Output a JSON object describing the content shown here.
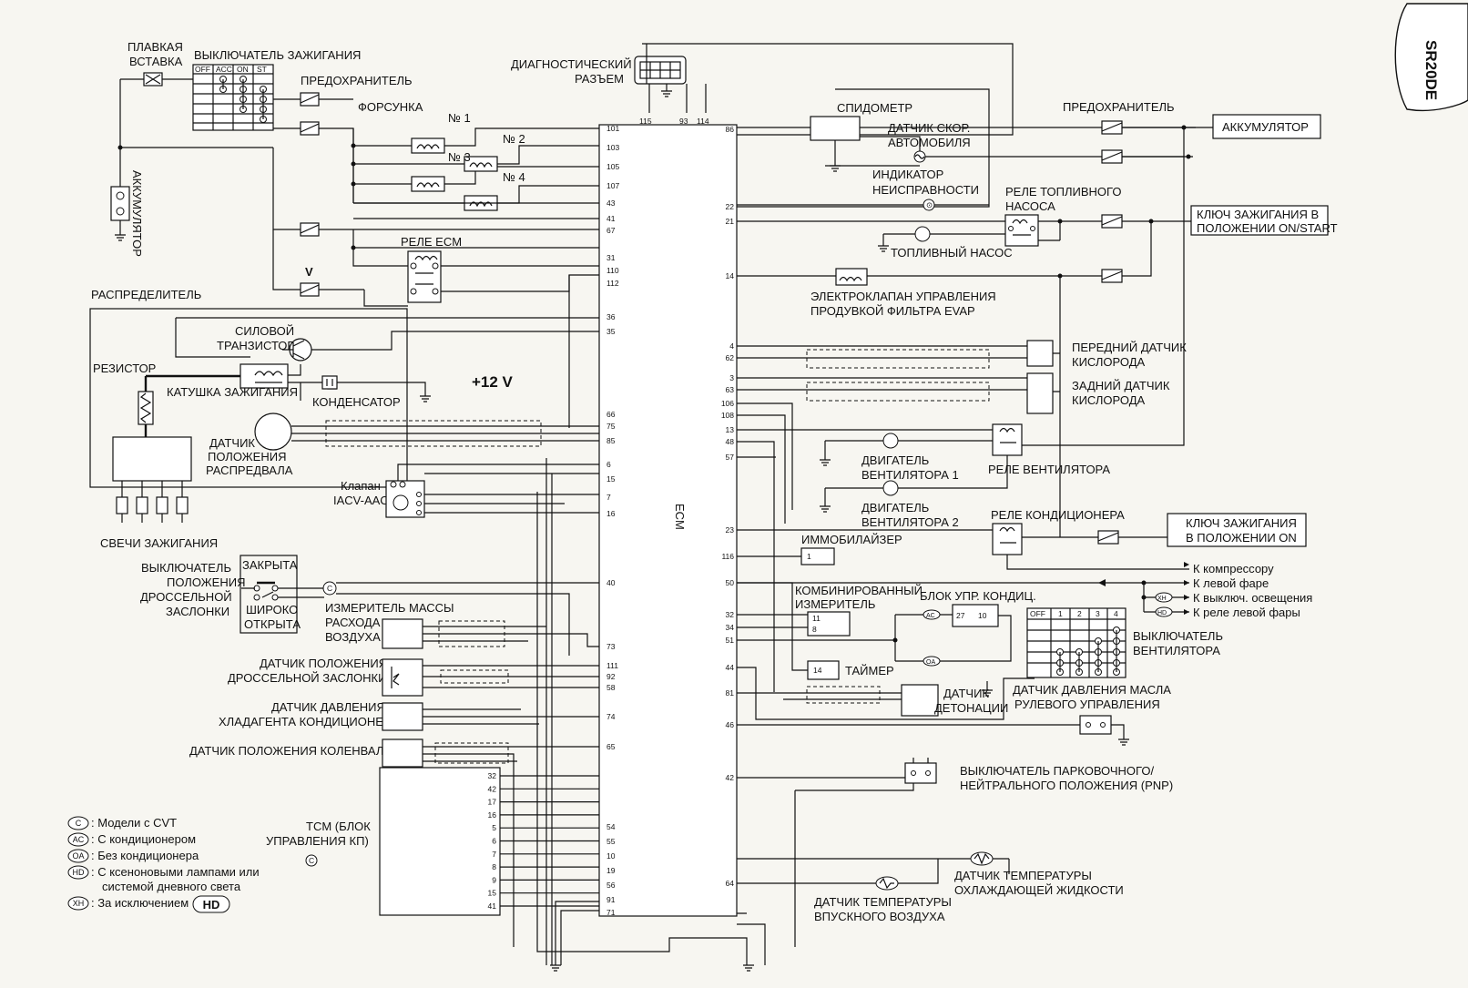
{
  "page": {
    "model_badge": "SR20DE"
  },
  "ecm": {
    "label": "ECM",
    "left_pins": [
      "101",
      "103",
      "105",
      "107",
      "43",
      "41",
      "67",
      "31",
      "110",
      "112",
      "36",
      "35",
      "66",
      "75",
      "85",
      "6",
      "15",
      "7",
      "16",
      "40",
      "73",
      "111",
      "92",
      "58",
      "74",
      "65",
      "54",
      "55",
      "10",
      "19",
      "56",
      "91",
      "71"
    ],
    "right_pins": [
      "86",
      "22",
      "21",
      "14",
      "4",
      "62",
      "3",
      "63",
      "106",
      "108",
      "13",
      "48",
      "57",
      "23",
      "116",
      "50",
      "32",
      "34",
      "51",
      "44",
      "81",
      "46",
      "42",
      "64"
    ],
    "top_pins": [
      "115",
      "93",
      "114"
    ]
  },
  "labels": {
    "fusible_link": [
      "ПЛАВКАЯ",
      "ВСТАВКА"
    ],
    "ignition_switch": "ВЫКЛЮЧАТЕЛЬ ЗАЖИГАНИЯ",
    "ign_columns": [
      "OFF",
      "ACC",
      "ON",
      "ST"
    ],
    "fuse": "ПРЕДОХРАНИТЕЛЬ",
    "injector": "ФОРСУНКА",
    "inj_no": [
      "№ 1",
      "№ 2",
      "№ 3",
      "№ 4"
    ],
    "battery_left": "АККУМУЛЯТОР",
    "diag_connector": [
      "ДИАГНОСТИЧЕСКИЙ",
      "РАЗЪЕМ"
    ],
    "ecm_relay": "РЕЛЕ ECM",
    "distributor": "РАСПРЕДЕЛИТЕЛЬ",
    "power_transistor": [
      "СИЛОВОЙ",
      "ТРАНЗИСТОР"
    ],
    "resistor": "РЕЗИСТОР",
    "ignition_coil": "КАТУШКА ЗАЖИГАНИЯ",
    "condenser": "КОНДЕНСАТОР",
    "plus12": "+12 V",
    "cam_sensor": [
      "ДАТЧИК",
      "ПОЛОЖЕНИЯ",
      "РАСПРЕДВАЛА"
    ],
    "iacv": [
      "Клапан",
      "IACV-AAC"
    ],
    "spark_plugs": "СВЕЧИ ЗАЖИГАНИЯ",
    "throttle_switch": [
      "ВЫКЛЮЧАТЕЛЬ",
      "ПОЛОЖЕНИЯ",
      "ДРОССЕЛЬНОЙ",
      "ЗАСЛОНКИ"
    ],
    "closed": "ЗАКРЫТА",
    "wide_open": [
      "ШИРОКО",
      "ОТКРЫТА"
    ],
    "maf": [
      "ИЗМЕРИТЕЛЬ МАССЫ",
      "РАСХОДА",
      "ВОЗДУХА"
    ],
    "tps": [
      "ДАТЧИК ПОЛОЖЕНИЯ",
      "ДРОССЕЛЬНОЙ ЗАСЛОНКИ"
    ],
    "ac_pressure": [
      "ДАТЧИК ДАВЛЕНИЯ",
      "ХЛАДАГЕНТА КОНДИЦИОНЕРА"
    ],
    "crank_sensor": "ДАТЧИК ПОЛОЖЕНИЯ КОЛЕНВАЛА",
    "tcm": [
      "TCM (БЛОК",
      "УПРАВЛЕНИЯ КП)"
    ],
    "tcm_pins": [
      "32",
      "42",
      "17",
      "16",
      "5",
      "6",
      "7",
      "8",
      "9",
      "15",
      "41"
    ],
    "speedometer": "СПИДОМЕТР",
    "vss": [
      "ДАТЧИК СКОР.",
      "АВТОМОБИЛЯ"
    ],
    "mil": [
      "ИНДИКАТОР",
      "НЕИСПРАВНОСТИ"
    ],
    "fuse_right": "ПРЕДОХРАНИТЕЛЬ",
    "battery_right": "АККУМУЛЯТОР",
    "fuel_pump_relay": [
      "РЕЛЕ ТОПЛИВНОГО",
      "НАСОСА"
    ],
    "ign_on_start": [
      "КЛЮЧ ЗАЖИГАНИЯ В",
      "ПОЛОЖЕНИИ ON/START"
    ],
    "fuel_pump": "ТОПЛИВНЫЙ НАСОС",
    "evap": [
      "ЭЛЕКТРОКЛАПАН УПРАВЛЕНИЯ",
      "ПРОДУВКОЙ ФИЛЬТРА EVAP"
    ],
    "front_o2": [
      "ПЕРЕДНИЙ ДАТЧИК",
      "КИСЛОРОДА"
    ],
    "rear_o2": [
      "ЗАДНИЙ ДАТЧИК",
      "КИСЛОРОДА"
    ],
    "fan_motor1": [
      "ДВИГАТЕЛЬ",
      "ВЕНТИЛЯТОРА 1"
    ],
    "fan_motor2": [
      "ДВИГАТЕЛЬ",
      "ВЕНТИЛЯТОРА 2"
    ],
    "fan_relay": "РЕЛЕ ВЕНТИЛЯТОРА",
    "ac_relay": "РЕЛЕ КОНДИЦИОНЕРА",
    "ign_on": [
      "КЛЮЧ ЗАЖИГАНИЯ",
      "В ПОЛОЖЕНИИ ON"
    ],
    "immobilizer": "ИММОБИЛАЙЗЕР",
    "imm_pin": "1",
    "to_compressor": "К компрессору",
    "to_left_headlamp": "К левой фаре",
    "to_light_switch": "К выключ. освещения",
    "to_left_relay": "К реле левой фары",
    "combi_meter": [
      "КОМБИНИРОВАННЫЙ",
      "ИЗМЕРИТЕЛЬ"
    ],
    "combi_pins": [
      "11",
      "8"
    ],
    "ac_unit": "БЛОК УПР. КОНДИЦ.",
    "ac_unit_pins": [
      "27",
      "10"
    ],
    "timer": "ТАЙМЕР",
    "timer_pin": "14",
    "knock": [
      "ДАТЧИК",
      "ДЕТОНАЦИИ"
    ],
    "fan_switch": [
      "ВЫКЛЮЧАТЕЛЬ",
      "ВЕНТИЛЯТОРА"
    ],
    "fan_switch_cols": [
      "OFF",
      "1",
      "2",
      "3",
      "4"
    ],
    "ps_pressure": [
      "ДАТЧИК ДАВЛЕНИЯ МАСЛА",
      "РУЛЕВОГО УПРАВЛЕНИЯ"
    ],
    "pnp": [
      "ВЫКЛЮЧАТЕЛЬ ПАРКОВОЧНОГО/",
      "НЕЙТРАЛЬНОГО ПОЛОЖЕНИЯ (PNP)"
    ],
    "coolant_temp": [
      "ДАТЧИК ТЕМПЕРАТУРЫ",
      "ОХЛАЖДАЮЩЕЙ ЖИДКОСТИ"
    ],
    "intake_temp": [
      "ДАТЧИК ТЕМПЕРАТУРЫ",
      "ВПУСКНОГО ВОЗДУХА"
    ],
    "tag_c": "C",
    "tag_ac": "AC",
    "tag_oa": "OA",
    "tag_hd": "HD",
    "tag_xh": "XH"
  },
  "legend": [
    {
      "tag": "C",
      "text": ": Модели с CVT"
    },
    {
      "tag": "AC",
      "text": ": С кондиционером"
    },
    {
      "tag": "OA",
      "text": ": Без кондиционера"
    },
    {
      "tag": "HD",
      "text": ": С ксеноновыми лампами или"
    },
    {
      "tag": "",
      "text": "системой дневного света"
    },
    {
      "tag": "XH",
      "text": ": За исключением"
    }
  ],
  "legend_hd_badge": "HD"
}
